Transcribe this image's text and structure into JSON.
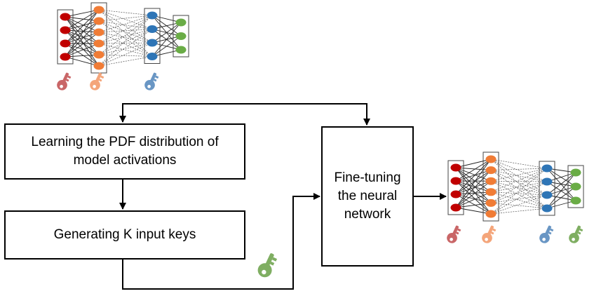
{
  "boxes": {
    "pdf_learning": "Learning the PDF distribution of model activations",
    "key_generation": "Generating K input keys",
    "fine_tuning": "Fine-tuning the neural network"
  },
  "networks": {
    "layer_colors": [
      "#c00000",
      "#f07c36",
      "#2e75b6",
      "#6aac46"
    ],
    "top_layer_nodes": [
      4,
      6,
      4,
      3
    ],
    "bottom_layer_nodes": [
      4,
      6,
      4,
      3
    ]
  },
  "keys": {
    "top_key_colors": [
      "#c96667",
      "#f4a57a",
      "#6996c4"
    ],
    "bottom_key_colors": [
      "#c96667",
      "#f4a57a",
      "#6996c4",
      "#7fae62"
    ],
    "input_key_color": "#7fae62",
    "icon": "key-icon"
  },
  "colors": {
    "line": "#000000",
    "box_border": "#000000"
  }
}
